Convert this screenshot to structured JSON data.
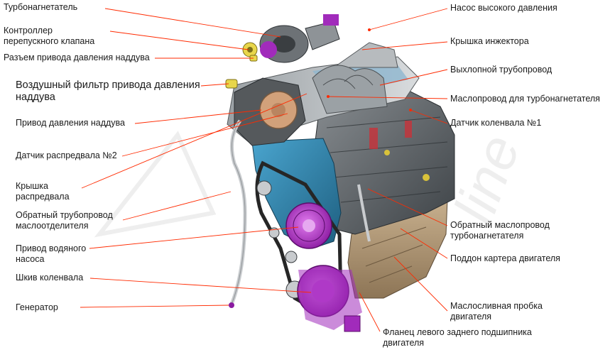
{
  "labels_left": [
    {
      "id": "turbo",
      "text": "Турбонагнетатель"
    },
    {
      "id": "wastegate",
      "text": "Контроллер\nперепускного клапана"
    },
    {
      "id": "boost_connector",
      "text": "Разъем привода давления наддува"
    },
    {
      "id": "boost_air_filter",
      "text": "Воздушный фильтр привода давления\nнаддува"
    },
    {
      "id": "boost_drive",
      "text": "Привод давления наддува"
    },
    {
      "id": "cam_sensor2",
      "text": "Датчик распредвала №2"
    },
    {
      "id": "cam_cover",
      "text": "Крышка\nраспредвала"
    },
    {
      "id": "breather_return",
      "text": "Обратный трубопровод\nмаслоотделителя"
    },
    {
      "id": "water_pump",
      "text": "Привод водяного\nнасоса"
    },
    {
      "id": "crank_pulley",
      "text": "Шкив коленвала"
    },
    {
      "id": "generator",
      "text": "Генератор"
    }
  ],
  "labels_right": [
    {
      "id": "hp_pump",
      "text": "Насос высокого давления"
    },
    {
      "id": "injector_cover",
      "text": "Крышка инжектора"
    },
    {
      "id": "exhaust",
      "text": "Выхлопной трубопровод"
    },
    {
      "id": "turbo_oil",
      "text": "Маслопровод для турбонагнетателя"
    },
    {
      "id": "crank_sensor1",
      "text": "Датчик коленвала №1"
    },
    {
      "id": "turbo_oil_return",
      "text": "Обратный маслопровод\nтурбонагнетателя"
    },
    {
      "id": "oil_pan",
      "text": "Поддон картера двигателя"
    },
    {
      "id": "drain_plug",
      "text": "Маслосливная пробка\nдвигателя"
    },
    {
      "id": "rear_bearing_flange",
      "text": "Фланец левого заднего подшипника\nдвигателя"
    }
  ],
  "colors": {
    "leader": "#ff2a00",
    "block": "#5f6468",
    "blue": "#2e7fa6",
    "magenta": "#b021c4",
    "pan": "#b69b78",
    "light": "#d7d9db"
  }
}
